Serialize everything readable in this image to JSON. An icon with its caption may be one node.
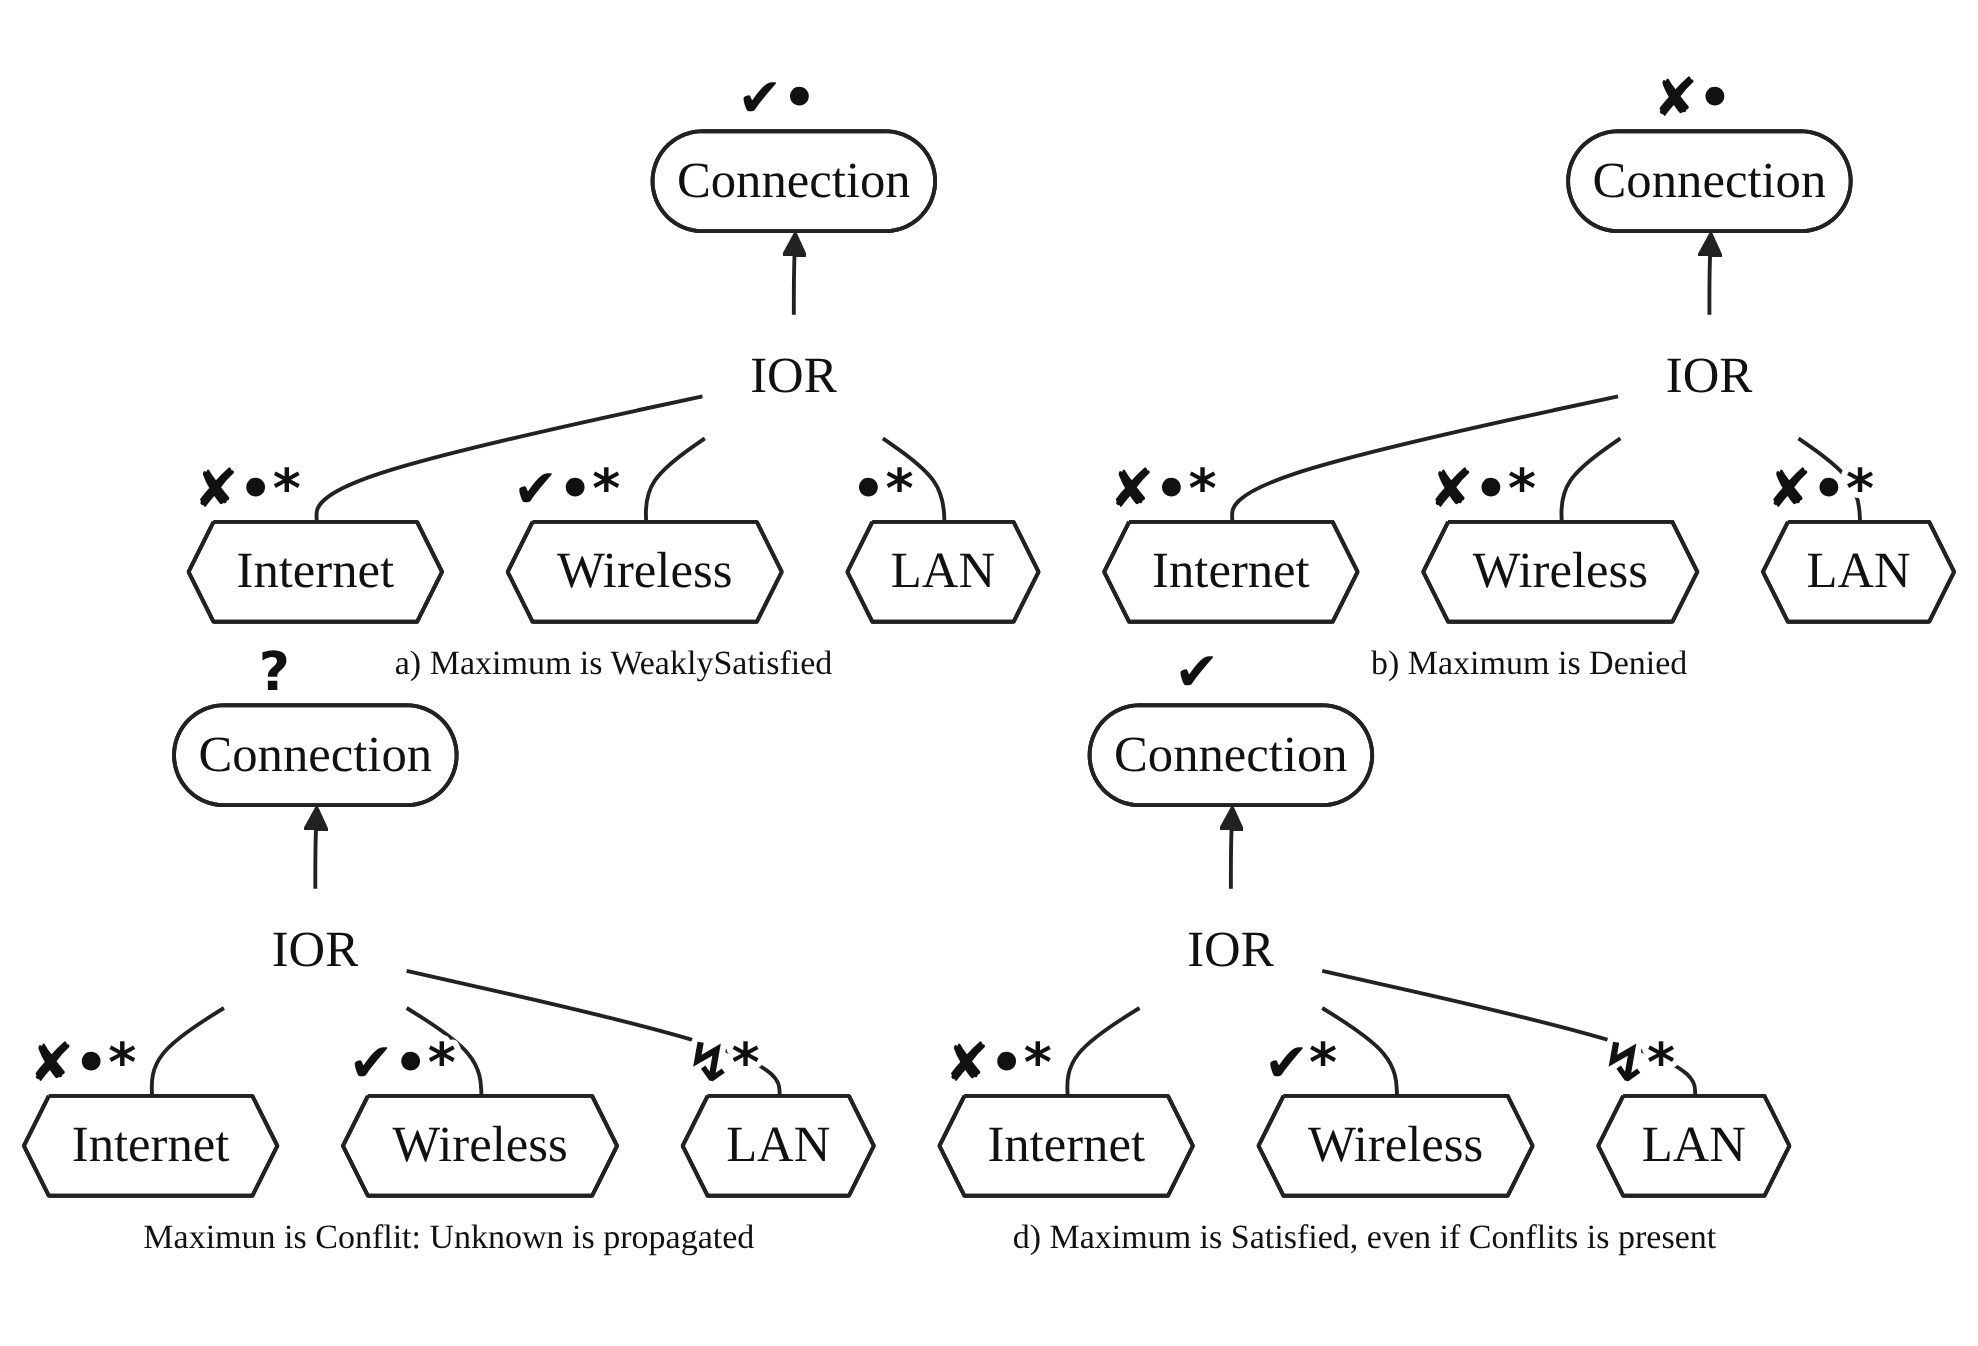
{
  "diagram": {
    "nodes": [
      {
        "text": [
          "Connection"
        ],
        "beside": [
          "✔•"
        ]
      },
      {
        "text": [
          "IOR"
        ]
      },
      {
        "text": [
          "Internet"
        ],
        "beside": [
          "✘•*"
        ]
      },
      {
        "text": [
          "Wireless"
        ],
        "beside": [
          "✔•*"
        ]
      },
      {
        "text": [
          "LAN"
        ],
        "beside": [
          "•*"
        ]
      },
      {
        "text": [
          "Connection"
        ],
        "beside": [
          "✘•"
        ]
      },
      {
        "text": [
          "IOR"
        ]
      },
      {
        "text": [
          "Internet"
        ],
        "beside": [
          "✘•*"
        ]
      },
      {
        "text": [
          "Wireless"
        ],
        "beside": [
          "✘•*"
        ]
      },
      {
        "text": [
          "LAN"
        ],
        "beside": [
          "✘•*"
        ]
      },
      {
        "text": [
          "Connection"
        ],
        "beside": [
          "?"
        ]
      },
      {
        "text": [
          "IOR"
        ]
      },
      {
        "text": [
          "Internet"
        ],
        "beside": [
          "✘•*"
        ]
      },
      {
        "text": [
          "Wireless"
        ],
        "beside": [
          "✔•*"
        ]
      },
      {
        "text": [
          "LAN"
        ],
        "beside": [
          "↯*"
        ]
      },
      {
        "text": [
          "Connection"
        ],
        "beside": [
          "✔"
        ]
      },
      {
        "text": [
          "IOR"
        ]
      },
      {
        "text": [
          "Internet"
        ],
        "beside": [
          "✘•*"
        ]
      },
      {
        "text": [
          "Wireless"
        ],
        "beside": [
          "✔*"
        ]
      },
      {
        "text": [
          "LAN"
        ],
        "beside": [
          "↯*"
        ]
      }
    ],
    "edges": [
      {
        "from": 2,
        "to": 1,
        "arrow": "none"
      },
      {
        "from": 3,
        "to": 1,
        "arrow": "none"
      },
      {
        "from": 4,
        "to": 1,
        "arrow": "none"
      },
      {
        "from": 1,
        "to": 0,
        "arrow": "to"
      },
      {
        "from": 7,
        "to": 6,
        "arrow": "none"
      },
      {
        "from": 8,
        "to": 6,
        "arrow": "none"
      },
      {
        "from": 9,
        "to": 6,
        "arrow": "none"
      },
      {
        "from": 6,
        "to": 5,
        "arrow": "to"
      },
      {
        "from": 12,
        "to": 11,
        "arrow": "none"
      },
      {
        "from": 13,
        "to": 11,
        "arrow": "none"
      },
      {
        "from": 14,
        "to": 11,
        "arrow": "none"
      },
      {
        "from": 11,
        "to": 10,
        "arrow": "to"
      },
      {
        "from": 17,
        "to": 16,
        "arrow": "none"
      },
      {
        "from": 18,
        "to": 16,
        "arrow": "none"
      },
      {
        "from": 19,
        "to": 16,
        "arrow": "none"
      },
      {
        "from": 16,
        "to": 15,
        "arrow": "to"
      }
    ],
    "labels": [
      "a) Maximum is WeaklySatisfied",
      "b) Maximum is Denied",
      "Maximun is Conflit: Unknown is propagated",
      "d) Maximum is Satisfied, even if Conflits is present"
    ]
  }
}
